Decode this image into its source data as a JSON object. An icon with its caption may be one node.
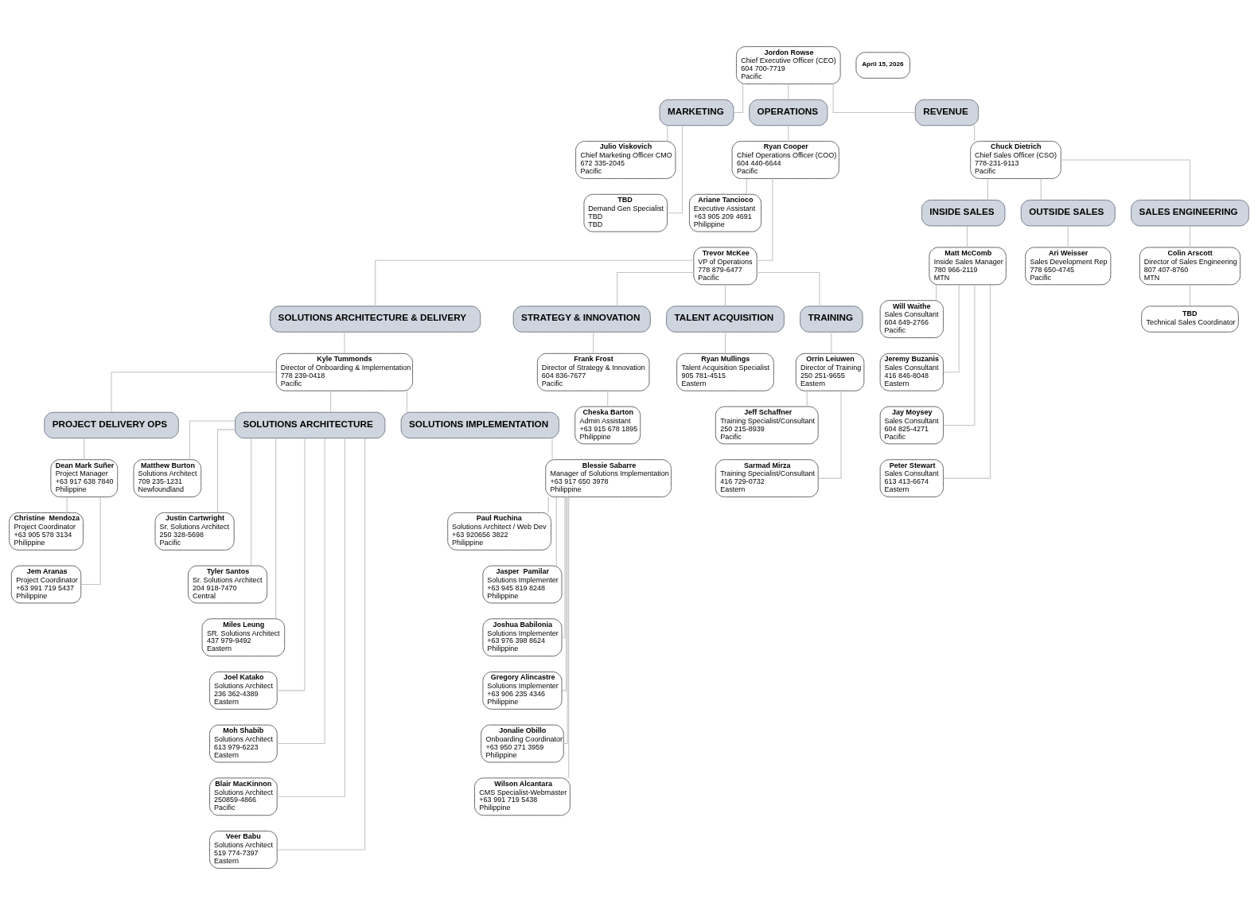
{
  "diagram": {
    "nodes": [
      {
        "text": [
          "Jordon Rowse",
          "Chief Executive Officer (CEO)",
          "604 700-7719",
          "Pacific"
        ]
      },
      {
        "text": [
          "MARKETING"
        ]
      },
      {
        "text": [
          "OPERATIONS"
        ]
      },
      {
        "text": [
          "REVENUE"
        ]
      },
      {
        "text": [
          "Julio Viskovich",
          "Chief Marketing Officer CMO",
          "672 335-2045",
          "Pacific"
        ]
      },
      {
        "text": [
          "TBD",
          "Demand Gen Specialist",
          "TBD",
          "TBD"
        ]
      },
      {
        "text": [
          "Ryan Cooper",
          "Chief Operations Officer (COO)",
          "604 440-6644",
          "Pacific"
        ]
      },
      {
        "text": [
          "Ariane Tancioco",
          "Executive Assistant",
          "+63 905 209 4691",
          "Philippine"
        ]
      },
      {
        "text": [
          "Trevor McKee",
          "VP of Operations",
          "778 879-6477",
          "Pacific"
        ]
      },
      {
        "text": [
          "SOLUTIONS ARCHITECTURE & DELIVERY"
        ]
      },
      {
        "text": [
          "STRATEGY & INNOVATION"
        ]
      },
      {
        "text": [
          "TALENT ACQUISITION"
        ]
      },
      {
        "text": [
          "TRAINING"
        ]
      },
      {
        "text": [
          "Kyle Tummonds",
          "Director of Onboarding & Implementation",
          "778 239-0418",
          "Pacific"
        ]
      },
      {
        "text": [
          "Frank Frost",
          "Director of Strategy & Innovation",
          "604 836-7677",
          "Pacific"
        ]
      },
      {
        "text": [
          "Ryan Mullings",
          "Talent Acquisition Specialist",
          "905 781-4515",
          "Eastern"
        ]
      },
      {
        "text": [
          "Orrin Leiuwen",
          "Director of Training",
          "250 251-9655",
          "Eastern"
        ]
      },
      {
        "text": [
          "PROJECT DELIVERY OPS"
        ]
      },
      {
        "text": [
          "SOLUTIONS ARCHITECTURE"
        ]
      },
      {
        "text": [
          "SOLUTIONS IMPLEMENTATION"
        ]
      },
      {
        "text": [
          "Cheska Barton",
          "Admin Assistant",
          "+63 915 678 1895",
          "Philippine"
        ]
      },
      {
        "text": [
          "Jeff Schaffner",
          "Training Specialist/Consultant",
          "250 215-8939",
          "Pacific"
        ]
      },
      {
        "text": [
          "Sarmad Mirza",
          "Training Specialist/Consultant",
          "416 729-0732",
          "Eastern"
        ]
      },
      {
        "text": [
          "Dean Mark Suñer",
          "Project Manager",
          "+63 917 638 7840",
          "Philippine"
        ]
      },
      {
        "text": [
          "Christine  Mendoza",
          "Project Coordinator",
          "+63 905 578 3134",
          "Philippine"
        ]
      },
      {
        "text": [
          "Jem Aranas",
          "Project Coordinator",
          "+63 991 719 5437",
          "Philippine"
        ]
      },
      {
        "text": [
          "Matthew Burton",
          "Solutions Architect",
          "709 235-1231",
          "Newfoundland"
        ]
      },
      {
        "text": [
          "Justin Cartwright",
          "Sr. Solutions Architect",
          "250 328-5698",
          "Pacific"
        ]
      },
      {
        "text": [
          "Tyler Santos",
          "Sr. Solutions Architect",
          "204 918-7470",
          "Central"
        ]
      },
      {
        "text": [
          "Miles Leung",
          "SR. Solutions Architect",
          "437 979-9492",
          "Eastern"
        ]
      },
      {
        "text": [
          "Joel Katako",
          "Solutions Architect",
          "236 362-4389",
          "Eastern"
        ]
      },
      {
        "text": [
          "Moh Shabib",
          "Solutions Architect",
          "613 979-6223",
          "Eastern"
        ]
      },
      {
        "text": [
          "Blair MacKinnon",
          "Solutions Architect",
          "250859-4866",
          "Pacific"
        ]
      },
      {
        "text": [
          "Veer Babu",
          "Solutions Architect",
          "519 774-7397",
          "Eastern"
        ]
      },
      {
        "text": [
          "Blessie Sabarre",
          "Manager of Solutions Implementation",
          "+63 917 650 3978",
          "Philippine"
        ]
      },
      {
        "text": [
          "Paul Ruchina",
          "Solutions Architect / Web Dev",
          "+63 920656 3822",
          "Philippine"
        ]
      },
      {
        "text": [
          "Jasper  Pamilar",
          "Solutions Implementer",
          "+63 945 819 8248",
          "Philippine"
        ]
      },
      {
        "text": [
          "Joshua Babilonia",
          "Solutions Implementer",
          "+63 976 398 8624",
          "Philippine"
        ]
      },
      {
        "text": [
          "Gregory Alincastre",
          "Solutions Implementer",
          "+63 906 235 4346",
          "Philippine"
        ]
      },
      {
        "text": [
          "Jonalie Obillo",
          "Onboarding Coordinator",
          "+63 950 271 3959",
          "Philippine"
        ]
      },
      {
        "text": [
          "Wilson Alcantara",
          "CMS Specialist-Webmaster",
          "+63 991 719 5438",
          "Philippine"
        ]
      },
      {
        "text": [
          "Chuck Dietrich",
          "Chief Sales Officer (CSO)",
          "778-231-9113",
          "Pacific"
        ]
      },
      {
        "text": [
          "INSIDE SALES"
        ]
      },
      {
        "text": [
          "OUTSIDE SALES"
        ]
      },
      {
        "text": [
          "SALES ENGINEERING"
        ]
      },
      {
        "text": [
          "Matt McComb",
          "Inside Sales Manager",
          "780 966-2119",
          "MTN"
        ]
      },
      {
        "text": [
          "Ari Weisser",
          "Sales Development Rep",
          "778 650-4745",
          "Pacific"
        ]
      },
      {
        "text": [
          "Colin Arscott",
          "Director of Sales Engineering",
          "807 407-8760",
          "MTN"
        ]
      },
      {
        "text": [
          "Will Waithe",
          "Sales Consultant",
          "604 649-2766",
          "Pacific"
        ]
      },
      {
        "text": [
          "Jeremy Buzanis",
          "Sales Consultant",
          "416 846-8048",
          "Eastern"
        ]
      },
      {
        "text": [
          "Jay Moysey",
          "Sales Consultant",
          "604 825-4271",
          "Pacific"
        ]
      },
      {
        "text": [
          "Peter Stewart",
          "Sales Consultant",
          "613 413-6674",
          "Eastern"
        ]
      },
      {
        "text": [
          "TBD",
          "Technical Sales Coordinator"
        ]
      }
    ],
    "edges": [
      {
        "from": 0,
        "to": 1,
        "arrow": "none"
      },
      {
        "from": 0,
        "to": 2,
        "arrow": "none"
      },
      {
        "from": 0,
        "to": 3,
        "arrow": "none"
      },
      {
        "from": 1,
        "to": 4,
        "arrow": "none"
      },
      {
        "from": 1,
        "to": 5,
        "arrow": "none"
      },
      {
        "from": 2,
        "to": 6,
        "arrow": "none"
      },
      {
        "from": 6,
        "to": 7,
        "arrow": "none"
      },
      {
        "from": 6,
        "to": 8,
        "arrow": "none"
      },
      {
        "from": 8,
        "to": 9,
        "arrow": "none"
      },
      {
        "from": 8,
        "to": 10,
        "arrow": "none"
      },
      {
        "from": 8,
        "to": 11,
        "arrow": "none"
      },
      {
        "from": 8,
        "to": 12,
        "arrow": "none"
      },
      {
        "from": 9,
        "to": 13,
        "arrow": "none"
      },
      {
        "from": 10,
        "to": 14,
        "arrow": "none"
      },
      {
        "from": 11,
        "to": 15,
        "arrow": "none"
      },
      {
        "from": 12,
        "to": 16,
        "arrow": "none"
      },
      {
        "from": 13,
        "to": 17,
        "arrow": "none"
      },
      {
        "from": 13,
        "to": 18,
        "arrow": "none"
      },
      {
        "from": 13,
        "to": 19,
        "arrow": "none"
      },
      {
        "from": 14,
        "to": 20,
        "arrow": "none"
      },
      {
        "from": 16,
        "to": 21,
        "arrow": "none"
      },
      {
        "from": 16,
        "to": 22,
        "arrow": "none"
      },
      {
        "from": 17,
        "to": 23,
        "arrow": "none"
      },
      {
        "from": 23,
        "to": 24,
        "arrow": "none"
      },
      {
        "from": 23,
        "to": 25,
        "arrow": "none"
      },
      {
        "from": 18,
        "to": 26,
        "arrow": "none"
      },
      {
        "from": 18,
        "to": 27,
        "arrow": "none"
      },
      {
        "from": 18,
        "to": 28,
        "arrow": "none"
      },
      {
        "from": 18,
        "to": 29,
        "arrow": "none"
      },
      {
        "from": 18,
        "to": 30,
        "arrow": "none"
      },
      {
        "from": 18,
        "to": 31,
        "arrow": "none"
      },
      {
        "from": 18,
        "to": 32,
        "arrow": "none"
      },
      {
        "from": 18,
        "to": 33,
        "arrow": "none"
      },
      {
        "from": 19,
        "to": 34,
        "arrow": "none"
      },
      {
        "from": 34,
        "to": 35,
        "arrow": "none"
      },
      {
        "from": 34,
        "to": 36,
        "arrow": "none"
      },
      {
        "from": 34,
        "to": 37,
        "arrow": "none"
      },
      {
        "from": 34,
        "to": 38,
        "arrow": "none"
      },
      {
        "from": 34,
        "to": 39,
        "arrow": "none"
      },
      {
        "from": 34,
        "to": 40,
        "arrow": "none"
      },
      {
        "from": 3,
        "to": 41,
        "arrow": "none"
      },
      {
        "from": 41,
        "to": 42,
        "arrow": "none"
      },
      {
        "from": 41,
        "to": 43,
        "arrow": "none"
      },
      {
        "from": 41,
        "to": 44,
        "arrow": "none"
      },
      {
        "from": 42,
        "to": 45,
        "arrow": "none"
      },
      {
        "from": 43,
        "to": 46,
        "arrow": "none"
      },
      {
        "from": 44,
        "to": 47,
        "arrow": "none"
      },
      {
        "from": 45,
        "to": 48,
        "arrow": "none"
      },
      {
        "from": 45,
        "to": 49,
        "arrow": "none"
      },
      {
        "from": 45,
        "to": 50,
        "arrow": "none"
      },
      {
        "from": 45,
        "to": 51,
        "arrow": "none"
      },
      {
        "from": 47,
        "to": 52,
        "arrow": "none"
      }
    ],
    "labels": [
      "April 15, 2026"
    ]
  }
}
